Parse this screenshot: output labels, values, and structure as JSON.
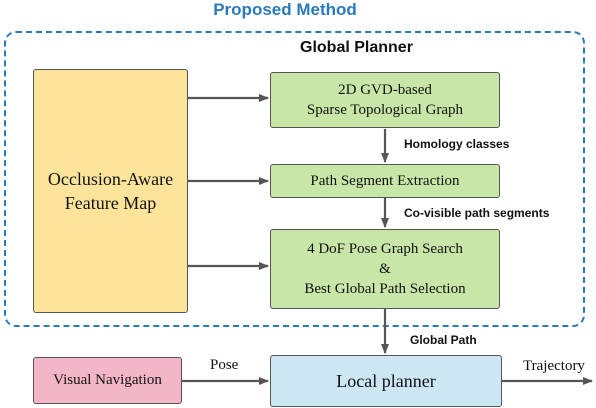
{
  "title": "Proposed Method",
  "global_planner": {
    "label": "Global Planner"
  },
  "feature_map": {
    "line1": "Occlusion-Aware",
    "line2": "Feature Map"
  },
  "gvd_box": {
    "line1": "2D GVD-based",
    "line2": "Sparse Topological Graph"
  },
  "segment_box": {
    "label": "Path Segment Extraction"
  },
  "search_box": {
    "line1": "4 DoF Pose Graph Search",
    "line2": "&",
    "line3": "Best Global Path Selection"
  },
  "visual_nav": {
    "label": "Visual Navigation"
  },
  "local_planner": {
    "label": "Local planner"
  },
  "edges": {
    "homology": "Homology classes",
    "covisible": "Co-visible path segments",
    "global_path": "Global Path",
    "pose": "Pose",
    "trajectory": "Trajectory"
  },
  "colors": {
    "title": "#2a7ab9",
    "dashed_border": "#2a7ab9",
    "green_box": "#c8e6a8",
    "yellow_box": "#fde49a",
    "pink_box": "#f2b6c6",
    "blue_box": "#cce6f4"
  }
}
